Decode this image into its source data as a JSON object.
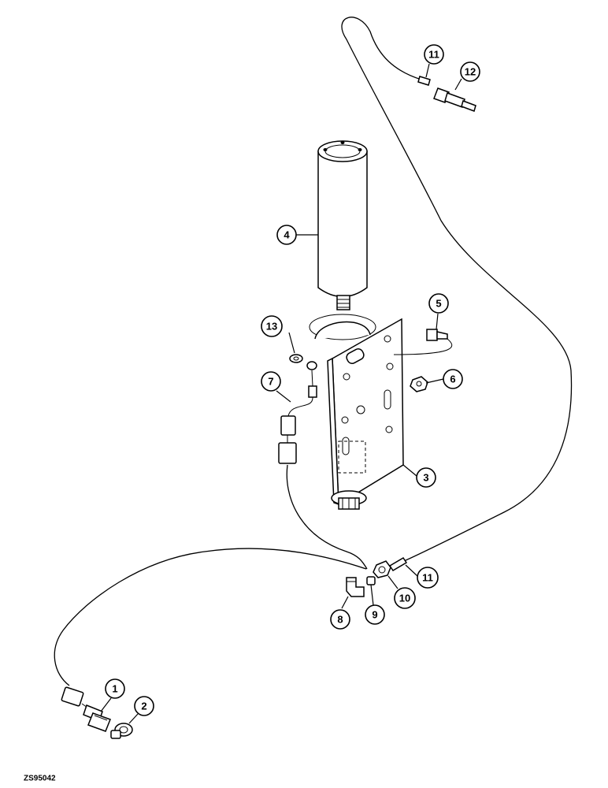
{
  "figure": {
    "code": "ZS95042"
  },
  "callouts": {
    "c1": "1",
    "c2": "2",
    "c3": "3",
    "c4": "4",
    "c5": "5",
    "c6": "6",
    "c7": "7",
    "c8": "8",
    "c9": "9",
    "c10": "10",
    "c11a": "11",
    "c11b": "11",
    "c12": "12",
    "c13": "13"
  }
}
